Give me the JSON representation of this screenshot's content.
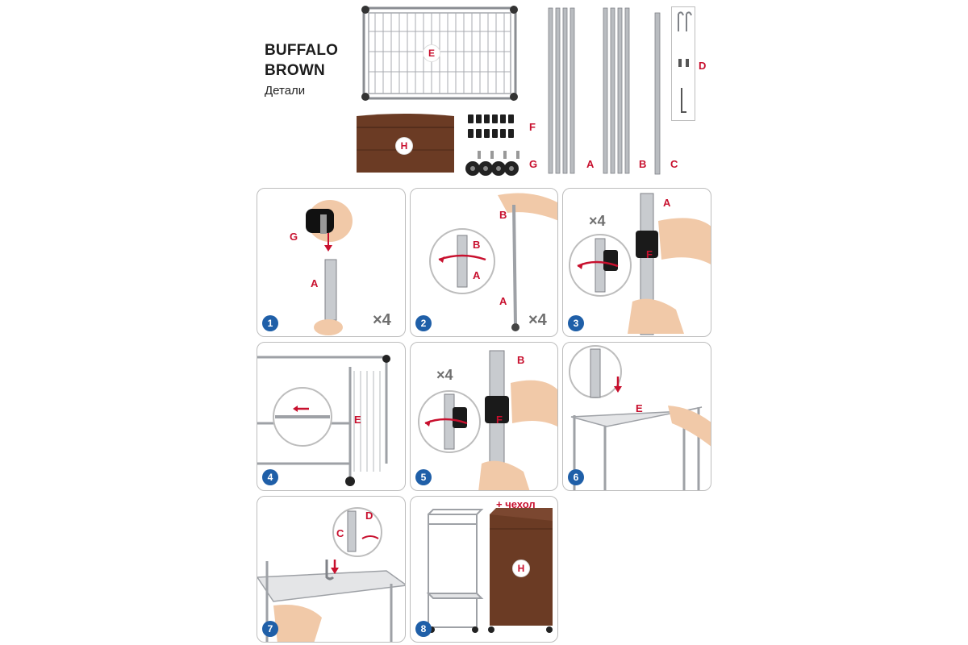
{
  "header": {
    "brand_line1": "BUFFALO",
    "brand_line2": "BROWN",
    "subtitle": "Детали"
  },
  "parts": {
    "A": "A",
    "B": "B",
    "C": "C",
    "D": "D",
    "E": "E",
    "F": "F",
    "G": "G",
    "H": "H"
  },
  "steps": [
    {
      "number": "1",
      "multiplier": "×4"
    },
    {
      "number": "2",
      "multiplier": "×4"
    },
    {
      "number": "3",
      "multiplier": "×4"
    },
    {
      "number": "4",
      "multiplier": ""
    },
    {
      "number": "5",
      "multiplier": "×4"
    },
    {
      "number": "6",
      "multiplier": ""
    },
    {
      "number": "7",
      "multiplier": ""
    },
    {
      "number": "8",
      "multiplier": ""
    }
  ],
  "step8": {
    "cover_label": "+ чехол"
  },
  "colors": {
    "accent_red": "#c8102e",
    "step_blue": "#1f5fa8",
    "cover_brown": "#6b3b24",
    "chrome": "#b9bcc0"
  }
}
